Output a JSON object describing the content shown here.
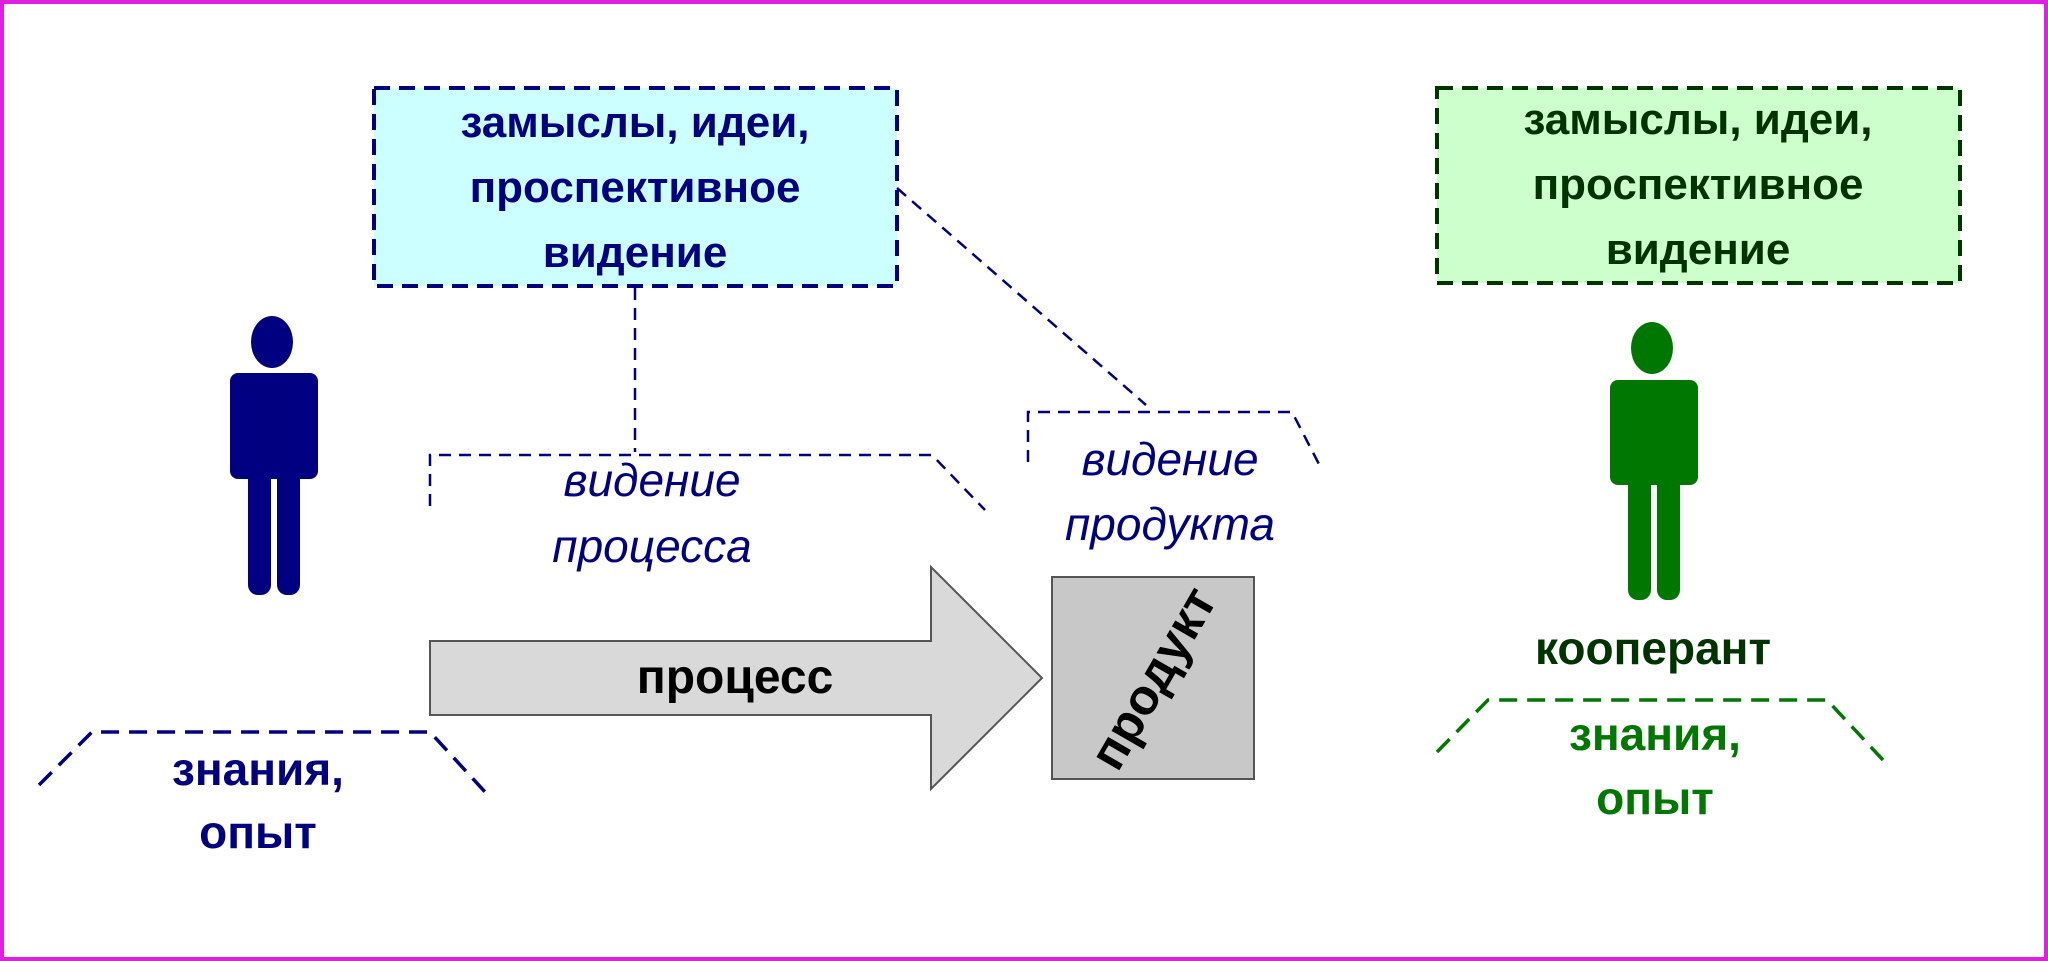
{
  "colors": {
    "frame": "#e020e0",
    "navy": "#000080",
    "dark_green": "#003300",
    "green": "#007700",
    "idea_box_left_fill": "#ccffff",
    "idea_box_right_fill": "#ccffcc",
    "arrow_fill": "#d9d9d9",
    "arrow_stroke": "#555555",
    "product_fill": "#c8c8c8"
  },
  "left_actor": {
    "icon": "person-icon",
    "ideas_lines": [
      "замыслы, идеи,",
      "проспективное",
      "видение"
    ],
    "knowledge_lines": [
      "знания,",
      "опыт"
    ]
  },
  "process_vision": {
    "lines": [
      "видение",
      "процесса"
    ]
  },
  "product_vision": {
    "lines": [
      "видение",
      "продукта"
    ]
  },
  "process_arrow": {
    "label": "процесс"
  },
  "product_box": {
    "label": "продукт"
  },
  "right_actor": {
    "icon": "person-icon",
    "name": "кооперант",
    "ideas_lines": [
      "замыслы, идеи,",
      "проспективное",
      "видение"
    ],
    "knowledge_lines": [
      "знания,",
      "опыт"
    ]
  }
}
